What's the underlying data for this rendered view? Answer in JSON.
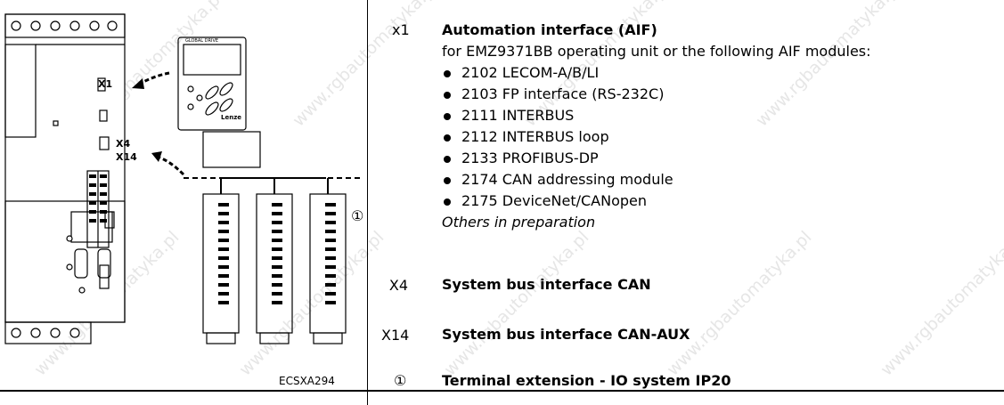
{
  "figure_id": "ECSXA294",
  "drawing": {
    "label_x1": "X1",
    "label_x4": "X4",
    "label_x14": "X14",
    "marker": "①",
    "keypad_title": "GLOBAL DRIVE",
    "keypad_brand": "Lenze"
  },
  "items": [
    {
      "code": "x1",
      "title": "Automation interface (AIF)",
      "description": "for EMZ9371BB operating unit or the following AIF modules:",
      "modules": [
        "2102 LECOM-A/B/LI",
        "2103 FP interface (RS-232C)",
        "2111 INTERBUS",
        "2112 INTERBUS loop",
        "2133 PROFIBUS-DP",
        "2174 CAN addressing module",
        "2175 DeviceNet/CANopen"
      ],
      "note": "Others in preparation"
    },
    {
      "code": "X4",
      "title": "System bus interface CAN"
    },
    {
      "code": "X14",
      "title": "System bus interface CAN-AUX"
    },
    {
      "code": "①",
      "title": "Terminal extension - IO system IP20"
    }
  ],
  "watermark": "www.rgbautomatyka.pl"
}
